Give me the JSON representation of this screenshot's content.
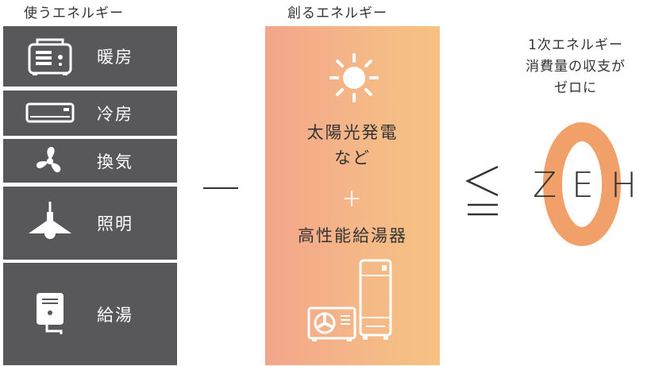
{
  "used_energy": {
    "title": "使うエネルギー",
    "items": [
      {
        "label": "暖房",
        "icon": "heater-icon"
      },
      {
        "label": "冷房",
        "icon": "air-conditioner-icon"
      },
      {
        "label": "換気",
        "icon": "ventilation-fan-icon"
      },
      {
        "label": "照明",
        "icon": "ceiling-light-icon"
      },
      {
        "label": "給湯",
        "icon": "water-heater-icon"
      }
    ]
  },
  "operator_minus": "－",
  "created_energy": {
    "title": "創るエネルギー",
    "line1": "太陽光発電",
    "line2": "など",
    "plus": "＋",
    "line3": "高性能給湯器",
    "icons": [
      "sun-icon",
      "heat-pump-unit-icon",
      "hot-water-tank-icon"
    ]
  },
  "operator_leq": "≦",
  "zeh": {
    "caption_line1": "1次エネルギー",
    "caption_line2": "消費量の収支が",
    "caption_line3": "ゼロに",
    "letters": [
      "Z",
      "E",
      "H"
    ],
    "zero": "0"
  },
  "colors": {
    "panel_gray": "#58585a",
    "gradient_left": "#f3a58a",
    "gradient_right": "#f6c281",
    "zero_color": "#f2a06a",
    "text": "#333333"
  }
}
